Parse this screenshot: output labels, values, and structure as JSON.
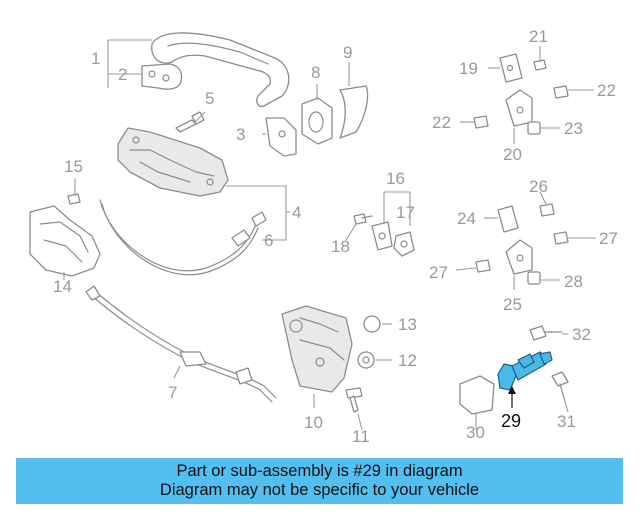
{
  "diagram": {
    "callouts": [
      "1",
      "2",
      "3",
      "4",
      "5",
      "6",
      "7",
      "8",
      "9",
      "10",
      "11",
      "12",
      "13",
      "14",
      "15",
      "16",
      "17",
      "18",
      "19",
      "20",
      "21",
      "22",
      "22",
      "23",
      "24",
      "25",
      "26",
      "27",
      "27",
      "28",
      "29",
      "30",
      "31",
      "32"
    ],
    "highlighted_part": "29",
    "colors": {
      "banner": "#52bff0",
      "highlight": "#4ab9e8",
      "line_art": "#8c8c8c",
      "callout_text": "#9a9a9a"
    }
  },
  "banner": {
    "line1": "Part or sub-assembly is #29 in diagram",
    "line2": "Diagram may not be specific to your vehicle"
  }
}
